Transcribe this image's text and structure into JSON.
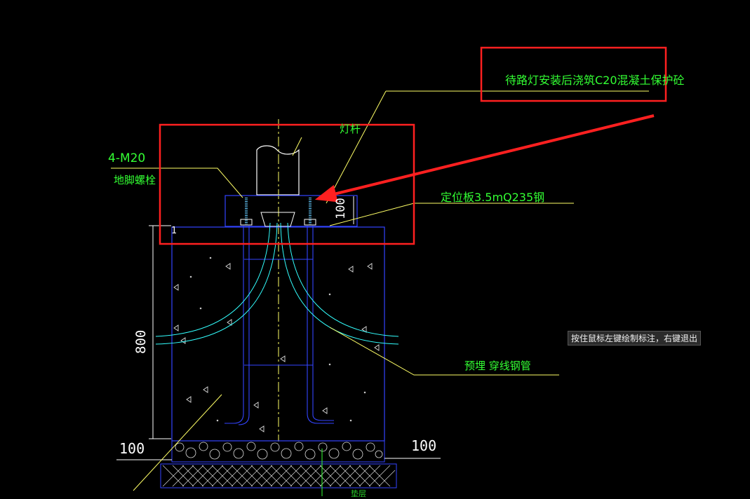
{
  "annotations": {
    "protect_concrete": "待路灯安装后浇筑C20混凝土保护砼",
    "lamp_pole": "灯杆",
    "bolt_spec": "4-M20",
    "bolt_name": "地脚螺栓",
    "plate": "定位板3.5mQ235钢",
    "conduit": "预埋   穿线钢管",
    "bottom_partial": "垫层"
  },
  "dimensions": {
    "plate_height": "100",
    "depth": "800",
    "left_offset": "100",
    "right_offset": "100",
    "marker": "1"
  },
  "status": {
    "tooltip": "按住鼠标左键绘制标注，右键退出"
  },
  "colors": {
    "background": "#000000",
    "text": "#33ff33",
    "outline": "#0000ff",
    "leader": "#ffff66",
    "conduit": "#33ffff",
    "highlight": "#ff2020"
  }
}
